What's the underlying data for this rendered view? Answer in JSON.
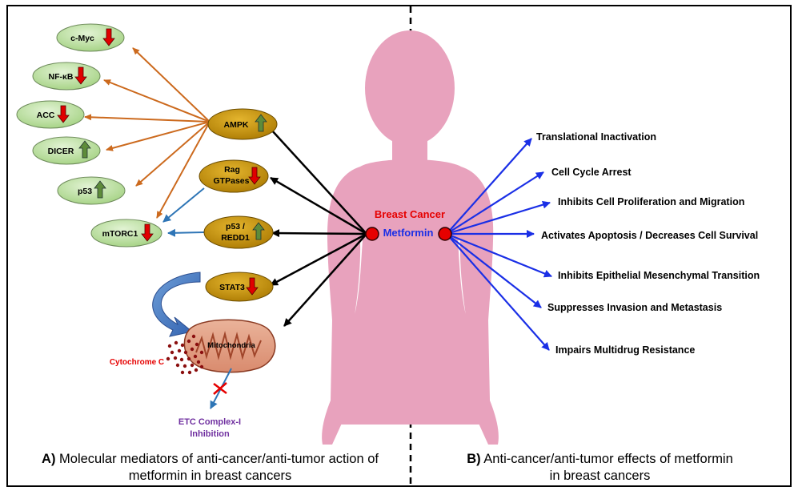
{
  "mediators_left": {
    "ampk": "AMPK",
    "rag_line1": "Rag",
    "rag_line2": "GTPases",
    "p53redd_line1": "p53 /",
    "p53redd_line2": "REDD1",
    "stat3": "STAT3",
    "cmyc": "c-Myc",
    "nfkb": "NF-κB",
    "acc": "ACC",
    "dicer": "DICER",
    "p53": "p53",
    "mtorc1": "mTORC1",
    "mitochondria": "Mitochondria",
    "cytochrome": "Cytochrome C",
    "etc_line1": "ETC Complex-I",
    "etc_line2": "Inhibition"
  },
  "center": {
    "breast_cancer": "Breast Cancer",
    "metformin": "Metformin"
  },
  "effects": [
    "Translational Inactivation",
    "Cell Cycle Arrest",
    "Inhibits Cell Proliferation and Migration",
    "Activates Apoptosis / Decreases Cell Survival",
    "Inhibits Epithelial Mesenchymal Transition",
    "Suppresses Invasion and Metastasis",
    "Impairs Multidrug Resistance"
  ],
  "captions": {
    "a_label": "A)",
    "a_text": " Molecular mediators of anti-cancer/anti-tumor action of",
    "a_text2": "metformin in breast cancers",
    "b_label": "B)",
    "b_text": " Anti-cancer/anti-tumor effects of metformin",
    "b_text2": "in breast cancers"
  },
  "colors": {
    "body": "#e8a2bd",
    "green_node": "#bfe3a4",
    "gold_node": "#c9960d",
    "orange_arrow": "#cc6a1e",
    "blue_arrow": "#1a2fe6",
    "steel_arrow": "#2e75b6",
    "red_node": "#e60000",
    "arrow_down": "#e00000",
    "arrow_up": "#5e8c3a"
  }
}
